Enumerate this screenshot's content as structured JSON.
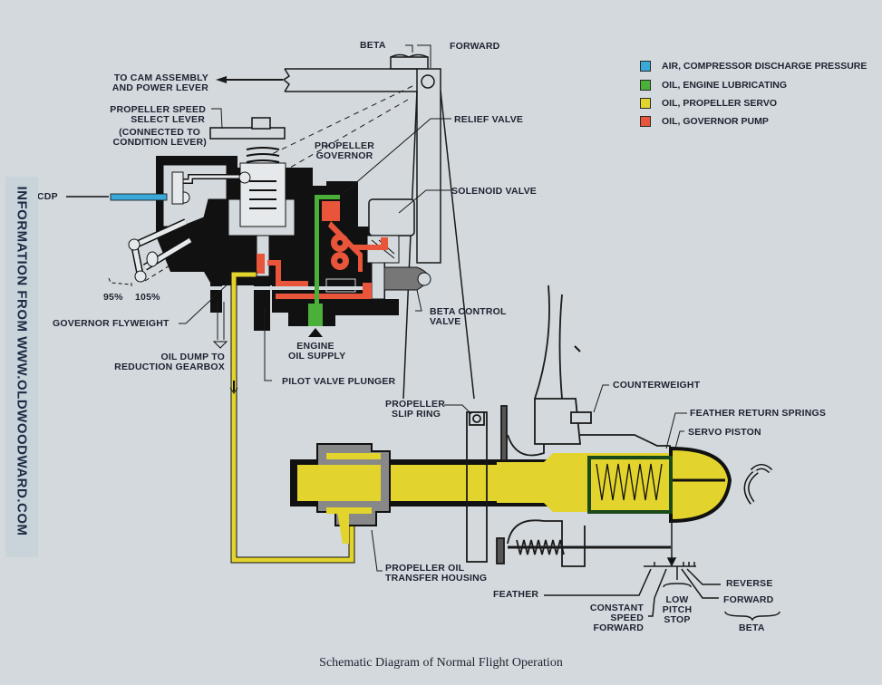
{
  "legend": [
    {
      "label": "AIR, COMPRESSOR DISCHARGE PRESSURE",
      "color": "#3aa8d8"
    },
    {
      "label": "OIL, ENGINE LUBRICATING",
      "color": "#4ab03a"
    },
    {
      "label": "OIL, PROPELLER SERVO",
      "color": "#e2d42c"
    },
    {
      "label": "OIL, GOVERNOR PUMP",
      "color": "#e8553a"
    }
  ],
  "labels": {
    "beta_top": "BETA",
    "forward_top": "FORWARD",
    "to_cam_1": "TO CAM ASSEMBLY",
    "to_cam_2": "AND POWER LEVER",
    "prop_speed_1": "PROPELLER SPEED",
    "prop_speed_2": "SELECT LEVER",
    "prop_speed_3": "(CONNECTED TO",
    "prop_speed_4": "CONDITION LEVER)",
    "relief_valve": "RELIEF VALVE",
    "prop_gov_1": "PROPELLER",
    "prop_gov_2": "GOVERNOR",
    "solenoid_valve": "SOLENOID VALVE",
    "cdp": "CDP",
    "pct_95": "95%",
    "pct_105": "105%",
    "governor_flyweight": "GOVERNOR FLYWEIGHT",
    "beta_control_1": "BETA CONTROL",
    "beta_control_2": "VALVE",
    "engine_oil_1": "ENGINE",
    "engine_oil_2": "OIL SUPPLY",
    "oil_dump_1": "OIL DUMP TO",
    "oil_dump_2": "REDUCTION GEARBOX",
    "pilot_valve": "PILOT VALVE PLUNGER",
    "counterweight": "COUNTERWEIGHT",
    "slip_ring_1": "PROPELLER",
    "slip_ring_2": "SLIP RING",
    "feather_springs": "FEATHER RETURN SPRINGS",
    "servo_piston": "SERVO PISTON",
    "transfer_1": "PROPELLER OIL",
    "transfer_2": "TRANSFER HOUSING",
    "feather": "FEATHER",
    "reverse": "REVERSE",
    "forward_bottom": "FORWARD",
    "low_pitch_1": "LOW",
    "low_pitch_2": "PITCH",
    "low_pitch_3": "STOP",
    "const_speed_1": "CONSTANT",
    "const_speed_2": "SPEED",
    "const_speed_3": "FORWARD",
    "beta_bottom": "BETA"
  },
  "watermark": "INFORMATION FROM WWW.OLDWOODWARD.COM",
  "caption": "Schematic Diagram of Normal Flight Operation"
}
